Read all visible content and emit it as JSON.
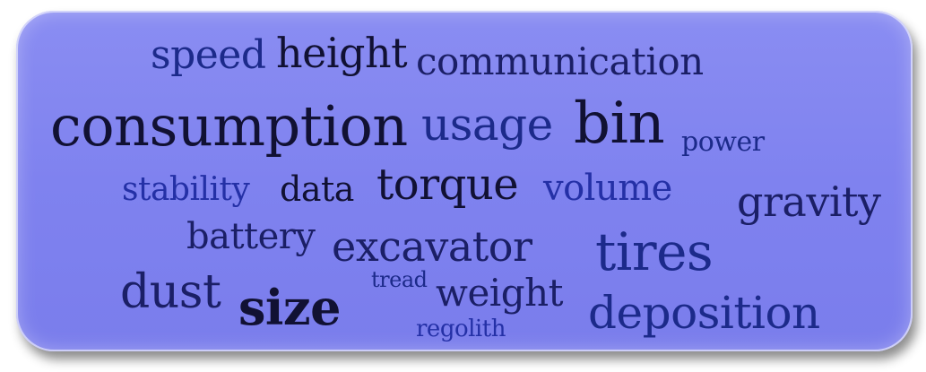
{
  "word_cloud": {
    "words": [
      {
        "text": "speed",
        "color": "#1c2a8a"
      },
      {
        "text": "height",
        "color": "#111133"
      },
      {
        "text": "communication",
        "color": "#1b1f66"
      },
      {
        "text": "consumption",
        "color": "#111133"
      },
      {
        "text": "usage",
        "color": "#1c2a8a"
      },
      {
        "text": "bin",
        "color": "#111133"
      },
      {
        "text": "power",
        "color": "#1c2a8a"
      },
      {
        "text": "stability",
        "color": "#2430a6"
      },
      {
        "text": "data",
        "color": "#111133"
      },
      {
        "text": "torque",
        "color": "#111133"
      },
      {
        "text": "volume",
        "color": "#2430a6"
      },
      {
        "text": "gravity",
        "color": "#1b1f66"
      },
      {
        "text": "battery",
        "color": "#1b1f66"
      },
      {
        "text": "excavator",
        "color": "#1b1f66"
      },
      {
        "text": "tires",
        "color": "#1c2a8a"
      },
      {
        "text": "dust",
        "color": "#1b1f66"
      },
      {
        "text": "size",
        "color": "#111133"
      },
      {
        "text": "tread",
        "color": "#1c2a8a"
      },
      {
        "text": "weight",
        "color": "#1b1f66"
      },
      {
        "text": "regolith",
        "color": "#2430a6"
      },
      {
        "text": "deposition",
        "color": "#1c2a8a"
      }
    ]
  }
}
